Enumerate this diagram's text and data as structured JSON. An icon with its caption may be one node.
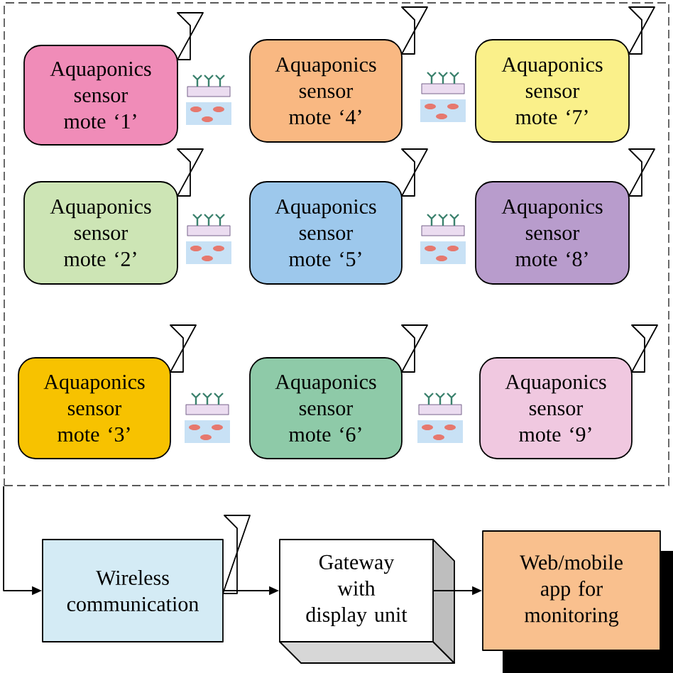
{
  "diagram": {
    "nodes": [
      {
        "text": [],
        "shape": "box"
      },
      {
        "text": [
          "Aquaponics sensor mote ‘1’"
        ],
        "in": 0
      },
      {
        "text": [
          "Aquaponics sensor mote ‘4’"
        ],
        "in": 0
      },
      {
        "text": [
          "Aquaponics sensor mote ‘7’"
        ],
        "in": 0
      },
      {
        "text": [
          "Aquaponics sensor mote ‘2’"
        ],
        "in": 0
      },
      {
        "text": [
          "Aquaponics sensor mote ‘5’"
        ],
        "in": 0
      },
      {
        "text": [
          "Aquaponics sensor mote ‘8’"
        ],
        "in": 0
      },
      {
        "text": [
          "Aquaponics sensor mote ‘3’"
        ],
        "in": 0
      },
      {
        "text": [
          "Aquaponics sensor mote ‘6’"
        ],
        "in": 0
      },
      {
        "text": [
          "Aquaponics sensor mote ‘9’"
        ],
        "in": 0
      },
      {
        "text": [
          "Wireless communication"
        ]
      },
      {
        "text": [
          "Gateway with display unit"
        ]
      },
      {
        "text": [
          "Web/mobile app for monitoring"
        ]
      }
    ],
    "edges": [
      {
        "from": 0,
        "to": 10,
        "arrow": "to"
      },
      {
        "from": 10,
        "to": 11,
        "arrow": "to"
      },
      {
        "from": 11,
        "to": 12,
        "arrow": "to"
      }
    ]
  }
}
